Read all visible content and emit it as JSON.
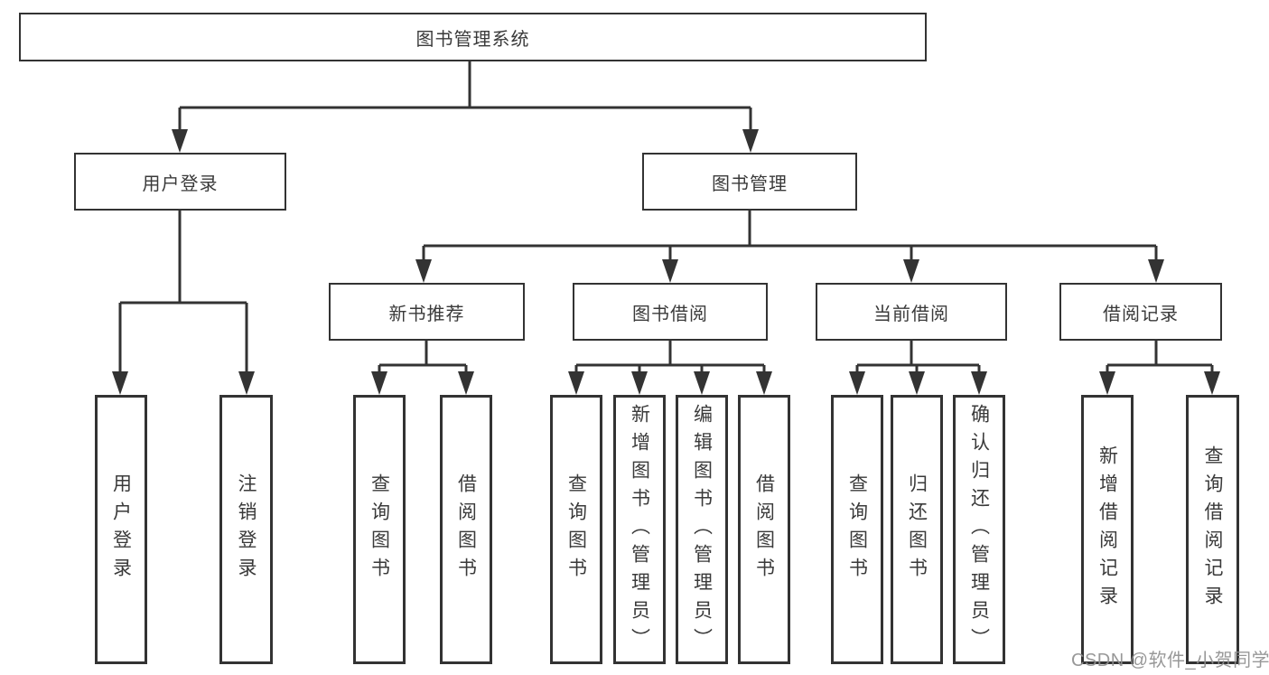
{
  "tree": {
    "root": {
      "label": "图书管理系统",
      "children": [
        {
          "label": "用户登录",
          "children": [
            {
              "label": "用户登录"
            },
            {
              "label": "注销登录"
            }
          ]
        },
        {
          "label": "图书管理",
          "children": [
            {
              "label": "新书推荐",
              "children": [
                {
                  "label": "查询图书"
                },
                {
                  "label": "借阅图书"
                }
              ]
            },
            {
              "label": "图书借阅",
              "children": [
                {
                  "label": "查询图书"
                },
                {
                  "label": "新增图书（管理员）"
                },
                {
                  "label": "编辑图书（管理员）"
                },
                {
                  "label": "借阅图书"
                }
              ]
            },
            {
              "label": "当前借阅",
              "children": [
                {
                  "label": "查询图书"
                },
                {
                  "label": "归还图书"
                },
                {
                  "label": "确认归还（管理员）"
                }
              ]
            },
            {
              "label": "借阅记录",
              "children": [
                {
                  "label": "新增借阅记录"
                },
                {
                  "label": "查询借阅记录"
                }
              ]
            }
          ]
        }
      ]
    }
  },
  "watermark": "CSDN @软件_小贺同学",
  "colors": {
    "line": "#333333",
    "text": "#3a3a3a",
    "watermark": "#8f8f8f",
    "background": "#ffffff"
  }
}
